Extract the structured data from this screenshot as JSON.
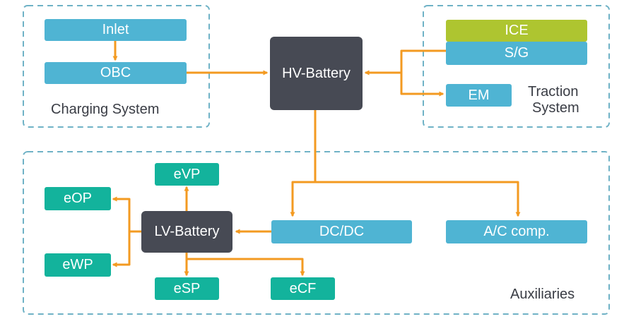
{
  "colors": {
    "component_blue": "#4fb4d3",
    "component_teal": "#13b39c",
    "battery_dark": "#474a54",
    "ice_green": "#aec530",
    "arrow_orange": "#f39a21",
    "group_border": "#6fb2c6"
  },
  "groups": {
    "charging": {
      "label": "Charging System"
    },
    "traction": {
      "label_line1": "Traction",
      "label_line2": "System"
    },
    "auxiliaries": {
      "label": "Auxiliaries"
    }
  },
  "nodes": {
    "inlet": "Inlet",
    "obc": "OBC",
    "hv_battery": "HV-Battery",
    "ice": "ICE",
    "sg": "S/G",
    "em": "EM",
    "evp": "eVP",
    "eop": "eOP",
    "ewp": "eWP",
    "lv_battery": "LV-Battery",
    "dcdc": "DC/DC",
    "ac_comp": "A/C comp.",
    "esp": "eSP",
    "ecf": "eCF"
  }
}
